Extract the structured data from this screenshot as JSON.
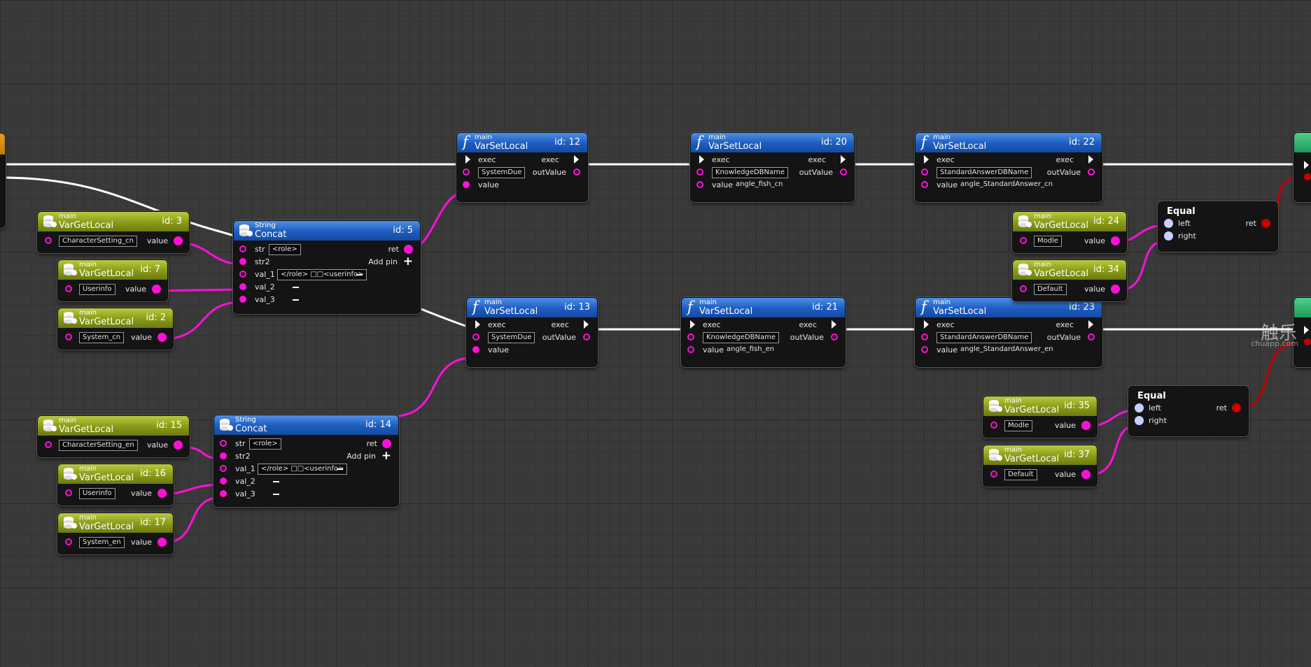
{
  "nodes": {
    "n12": {
      "category": "main",
      "title": "VarSetLocal",
      "id": "id: 12",
      "exec_in": "exec",
      "exec_out": "exec",
      "var": "SystemDue",
      "out": "outValue",
      "value": "value"
    },
    "n20": {
      "category": "main",
      "title": "VarSetLocal",
      "id": "id: 20",
      "exec_in": "exec",
      "exec_out": "exec",
      "var": "KnowledgeDBName",
      "out": "outValue",
      "value": "value",
      "value_text": "angle_fish_cn"
    },
    "n22": {
      "category": "main",
      "title": "VarSetLocal",
      "id": "id: 22",
      "exec_in": "exec",
      "exec_out": "exec",
      "var": "StandardAnswerDBName",
      "out": "outValue",
      "value": "value",
      "value_text": "angle_StandardAnswer_cn"
    },
    "n13": {
      "category": "main",
      "title": "VarSetLocal",
      "id": "id: 13",
      "exec_in": "exec",
      "exec_out": "exec",
      "var": "SystemDue",
      "out": "outValue",
      "value": "value"
    },
    "n21": {
      "category": "main",
      "title": "VarSetLocal",
      "id": "id: 21",
      "exec_in": "exec",
      "exec_out": "exec",
      "var": "KnowledgeDBName",
      "out": "outValue",
      "value": "value",
      "value_text": "angle_fish_en"
    },
    "n23": {
      "category": "main",
      "title": "VarSetLocal",
      "id": "id: 23",
      "exec_in": "exec",
      "exec_out": "exec",
      "var": "StandardAnswerDBName",
      "out": "outValue",
      "value": "value",
      "value_text": "angle_StandardAnswer_en"
    },
    "n5": {
      "category": "String",
      "title": "Concat",
      "id": "id: 5",
      "str": "str",
      "str_val": "<role>",
      "ret": "ret",
      "str2": "str2",
      "add_pin": "Add pin",
      "val1": "val_1",
      "val1_val": "</role> □□<userinfo>",
      "val2": "val_2",
      "val3": "val_3"
    },
    "n14": {
      "category": "String",
      "title": "Concat",
      "id": "id: 14",
      "str": "str",
      "str_val": "<role>",
      "ret": "ret",
      "str2": "str2",
      "add_pin": "Add pin",
      "val1": "val_1",
      "val1_val": "</role> □□<userinfo>",
      "val2": "val_2",
      "val3": "val_3"
    },
    "n3": {
      "category": "main",
      "title": "VarGetLocal",
      "id": "id: 3",
      "var": "CharacterSetting_cn",
      "value": "value"
    },
    "n7": {
      "category": "main",
      "title": "VarGetLocal",
      "id": "id: 7",
      "var": "Userinfo",
      "value": "value"
    },
    "n2": {
      "category": "main",
      "title": "VarGetLocal",
      "id": "id: 2",
      "var": "System_cn",
      "value": "value"
    },
    "n15": {
      "category": "main",
      "title": "VarGetLocal",
      "id": "id: 15",
      "var": "CharacterSetting_en",
      "value": "value"
    },
    "n16": {
      "category": "main",
      "title": "VarGetLocal",
      "id": "id: 16",
      "var": "Userinfo",
      "value": "value"
    },
    "n17": {
      "category": "main",
      "title": "VarGetLocal",
      "id": "id: 17",
      "var": "System_en",
      "value": "value"
    },
    "n24": {
      "category": "main",
      "title": "VarGetLocal",
      "id": "id: 24",
      "var": "Modle",
      "value": "value"
    },
    "n34": {
      "category": "main",
      "title": "VarGetLocal",
      "id": "id: 34",
      "var": "Default",
      "value": "value"
    },
    "n35": {
      "category": "main",
      "title": "VarGetLocal",
      "id": "id: 35",
      "var": "Modle",
      "value": "value"
    },
    "n37": {
      "category": "main",
      "title": "VarGetLocal",
      "id": "id: 37",
      "var": "Default",
      "value": "value"
    },
    "eqA": {
      "title": "Equal",
      "left": "left",
      "right": "right",
      "ret": "ret"
    },
    "eqB": {
      "title": "Equal",
      "left": "left",
      "right": "right",
      "ret": "ret"
    }
  },
  "watermark": {
    "main": "触乐",
    "sub": "chuapp.com"
  },
  "colors": {
    "wire_data": "#ff10d8",
    "wire_exec": "#ffffff",
    "wire_bool": "#c00000",
    "header_set": "#1d5cc0",
    "header_get": "#8a9a18"
  }
}
